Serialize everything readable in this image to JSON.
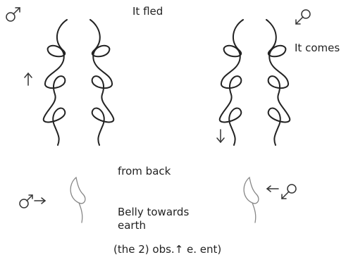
{
  "labels": {
    "fled": "It fled",
    "comes": "It comes",
    "from_back": "from back",
    "belly": "Belly towards\nearth",
    "caption": "(the 2) obs.↑ e. ent)"
  },
  "colors": {
    "ink": "#222222",
    "light_ink": "#888888",
    "curve_fill": "#ffffff"
  },
  "icons": {
    "male_symbol": "♂",
    "up_arrow": "↑",
    "down_arrow": "↓",
    "right_arrow": "→",
    "left_arrow": "←"
  }
}
